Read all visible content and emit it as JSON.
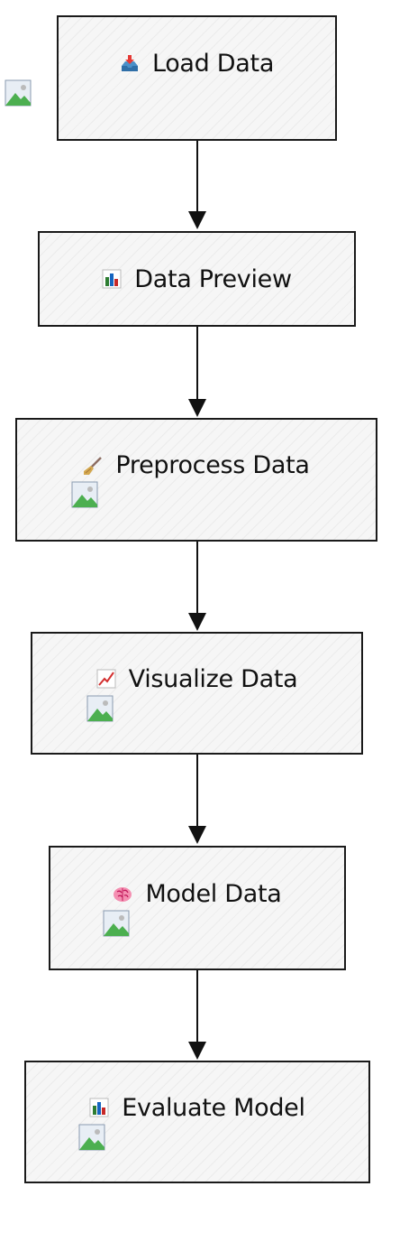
{
  "diagram": {
    "nodes": [
      {
        "id": "load",
        "label": "Load Data",
        "icon": "inbox-tray-icon"
      },
      {
        "id": "preview",
        "label": "Data Preview",
        "icon": "bar-chart-icon"
      },
      {
        "id": "preprocess",
        "label": "Preprocess Data",
        "icon": "broom-icon"
      },
      {
        "id": "visualize",
        "label": "Visualize Data",
        "icon": "chart-increasing-icon"
      },
      {
        "id": "model",
        "label": "Model Data",
        "icon": "brain-icon"
      },
      {
        "id": "evaluate",
        "label": "Evaluate Model",
        "icon": "bar-chart-icon"
      }
    ],
    "edges": [
      [
        "load",
        "preview"
      ],
      [
        "preview",
        "preprocess"
      ],
      [
        "preprocess",
        "visualize"
      ],
      [
        "visualize",
        "model"
      ],
      [
        "model",
        "evaluate"
      ]
    ]
  }
}
